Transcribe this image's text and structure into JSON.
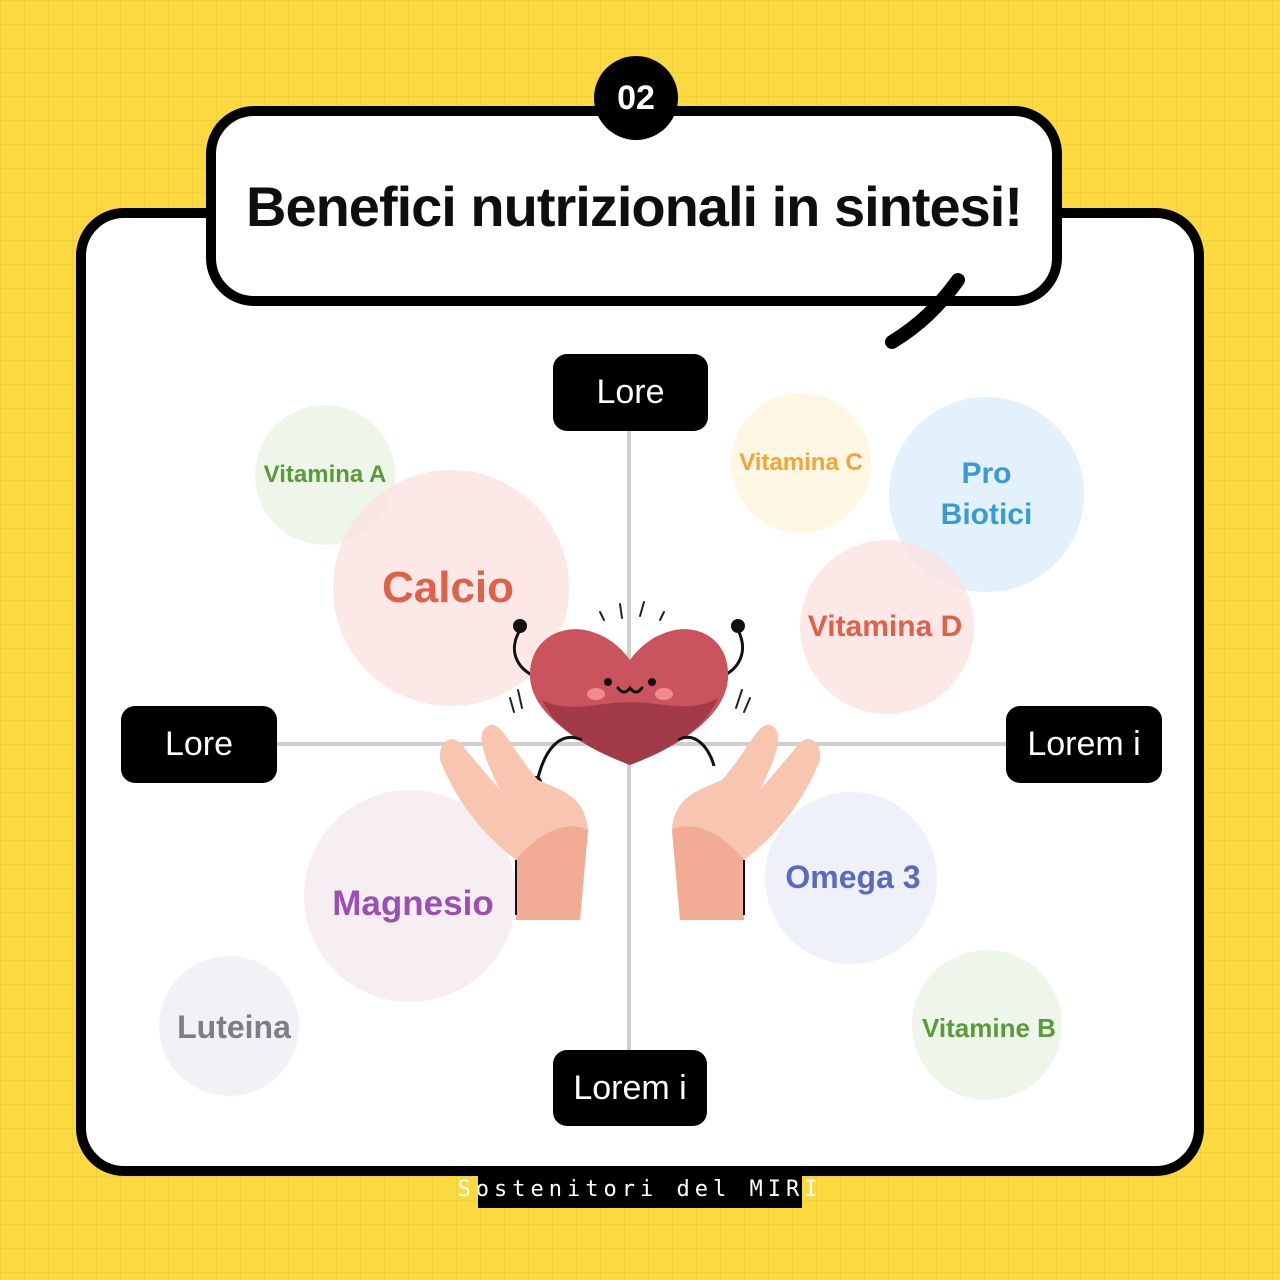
{
  "header": {
    "number": "02",
    "title": "Benefici nutrizionali in sintesi!"
  },
  "axis_labels": {
    "top": "Lore",
    "left": "Lore",
    "right": "Lorem i",
    "bottom": "Lorem i"
  },
  "nutrients": [
    {
      "label": "Vitamina A",
      "color": "#5a9a3a",
      "bg": "#eef6ea"
    },
    {
      "label": "Calcio",
      "color": "#e0614a",
      "bg": "#fde8e6"
    },
    {
      "label": "Vitamina C",
      "color": "#f2a53a",
      "bg": "#fff7e3"
    },
    {
      "label": "Pro Biotici",
      "color": "#3a9ad6",
      "bg": "#e4f1fb"
    },
    {
      "label": "Vitamina D",
      "color": "#e0614a",
      "bg": "#fde8e6"
    },
    {
      "label": "Magnesio",
      "color": "#9b4fb5",
      "bg": "#f7eef2"
    },
    {
      "label": "Omega 3",
      "color": "#5a6bbf",
      "bg": "#eef0fa"
    },
    {
      "label": "Luteina",
      "color": "#7d7d86",
      "bg": "#f3f1f6"
    },
    {
      "label": "Vitamine B",
      "color": "#5a9a3a",
      "bg": "#eef6ea"
    }
  ],
  "footer": {
    "tag": "Sostenitori del MIRI"
  },
  "colors": {
    "background": "#fcd93e",
    "card": "#ffffff",
    "outline": "#000000",
    "heart": "#c9545e"
  },
  "icons": [
    "happy-heart-icon",
    "open-hands-icon"
  ]
}
